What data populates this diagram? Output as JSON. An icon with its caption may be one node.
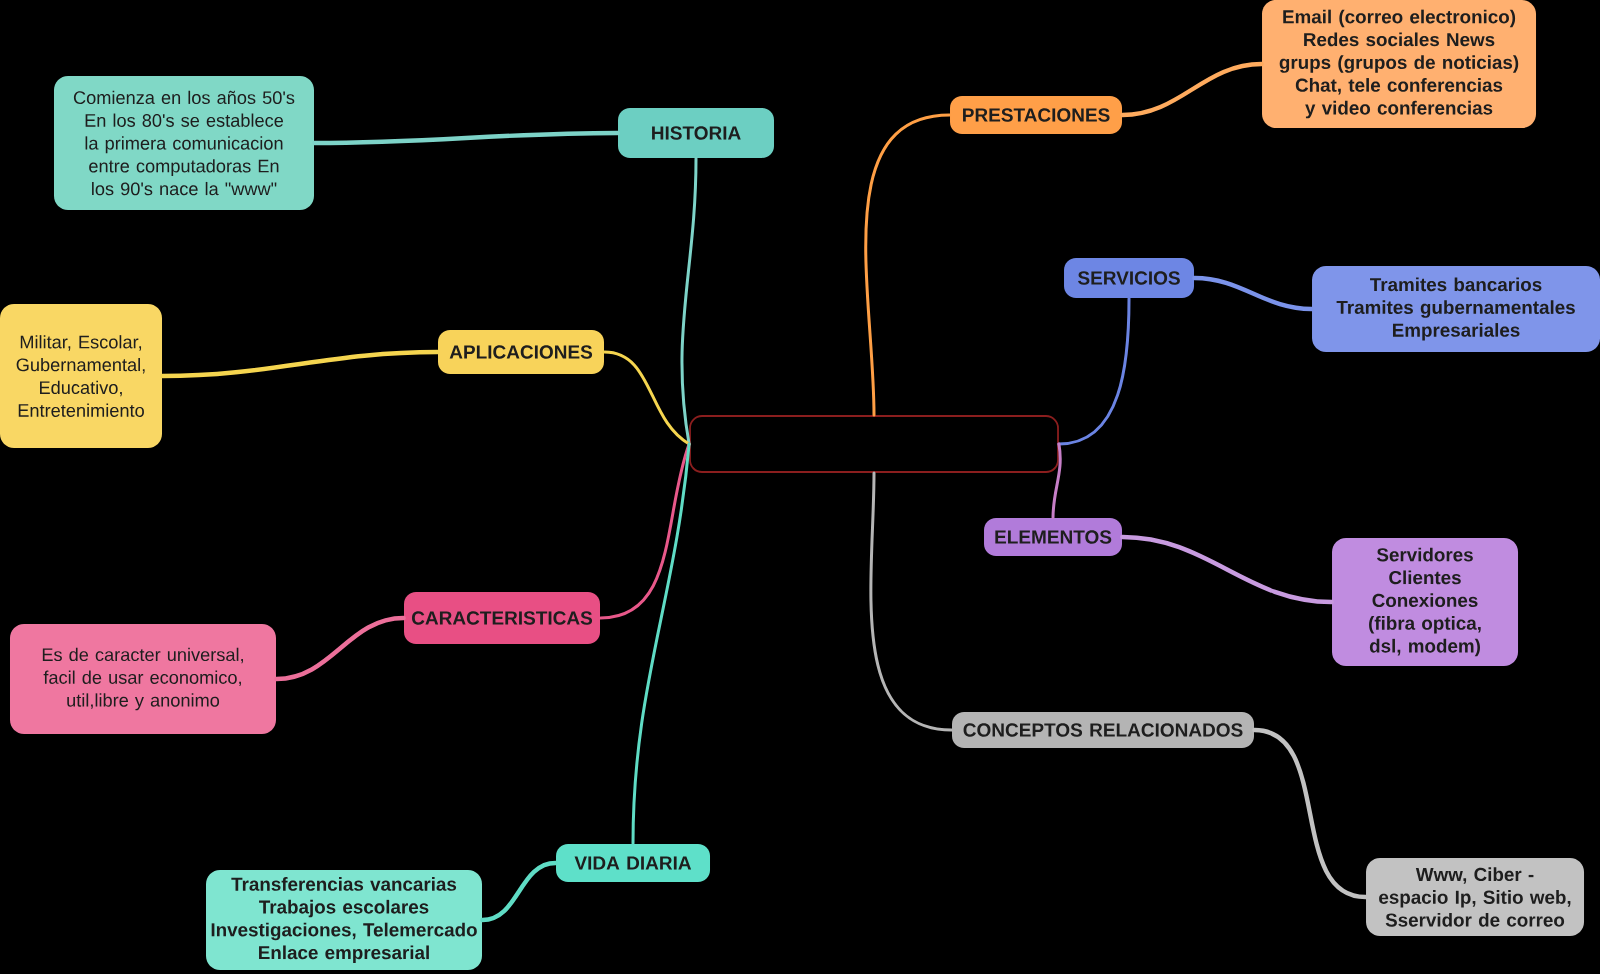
{
  "diagram": {
    "nodes": [
      {
        "text": [],
        "shape": "box"
      },
      {
        "text": [
          "HISTORIA"
        ]
      },
      {
        "text": [
          "Comienza en los años 50's En los 80's se establece la primera comunicacion entre computadoras En los 90's nace la \"www\""
        ]
      },
      {
        "text": [
          "APLICACIONES"
        ]
      },
      {
        "text": [
          "Militar, Escolar, Gubernamental, Educativo, Entretenimiento"
        ]
      },
      {
        "text": [
          "CARACTERISTICAS"
        ]
      },
      {
        "text": [
          "Es de caracter universal, facil de usar economico, util,libre y anonimo"
        ]
      },
      {
        "text": [
          "VIDA DIARIA"
        ]
      },
      {
        "text": [
          "Transferencias vancarias Trabajos escolares Investigaciones, Telemercado Enlace empresarial"
        ]
      },
      {
        "text": [
          "PRESTACIONES"
        ]
      },
      {
        "text": [
          "Email (correo electronico) Redes sociales News grups (grupos de noticias) Chat, tele conferencias y video conferencias"
        ]
      },
      {
        "text": [
          "SERVICIOS"
        ]
      },
      {
        "text": [
          "Tramites bancarios Tramites gubernamentales Empresariales"
        ]
      },
      {
        "text": [
          "ELEMENTOS"
        ]
      },
      {
        "text": [
          "Servidores Clientes Conexiones (fibra optica, dsl, modem)"
        ]
      },
      {
        "text": [
          "CONCEPTOS RELACIONADOS"
        ]
      },
      {
        "text": [
          "Www, Ciber - espacio Ip, Sitio web, Sservidor de correo"
        ]
      }
    ],
    "edges": [
      {
        "from": 0,
        "to": 1,
        "arrow": "none",
        "color": "#7dd3c8"
      },
      {
        "from": 1,
        "to": 2,
        "arrow": "none",
        "color": "#7dd3c8"
      },
      {
        "from": 0,
        "to": 3,
        "arrow": "none",
        "color": "#f5d54f"
      },
      {
        "from": 3,
        "to": 4,
        "arrow": "none",
        "color": "#f5d54f"
      },
      {
        "from": 0,
        "to": 5,
        "arrow": "none",
        "color": "#e8588a"
      },
      {
        "from": 5,
        "to": 6,
        "arrow": "none",
        "color": "#ec6f9a"
      },
      {
        "from": 0,
        "to": 7,
        "arrow": "none",
        "color": "#5fdcc5"
      },
      {
        "from": 7,
        "to": 8,
        "arrow": "none",
        "color": "#5fdcc5"
      },
      {
        "from": 0,
        "to": 9,
        "arrow": "none",
        "color": "#ff9f45"
      },
      {
        "from": 9,
        "to": 10,
        "arrow": "none",
        "color": "#ffab5e"
      },
      {
        "from": 0,
        "to": 11,
        "arrow": "none",
        "color": "#6b84e3"
      },
      {
        "from": 11,
        "to": 12,
        "arrow": "none",
        "color": "#7b93ea"
      },
      {
        "from": 0,
        "to": 13,
        "arrow": "none",
        "color": "#c77fc8"
      },
      {
        "from": 13,
        "to": 14,
        "arrow": "none",
        "color": "#c89be0"
      },
      {
        "from": 0,
        "to": 15,
        "arrow": "none",
        "color": "#b5b5b5"
      },
      {
        "from": 15,
        "to": 16,
        "arrow": "none",
        "color": "#c2c2c2"
      }
    ]
  }
}
